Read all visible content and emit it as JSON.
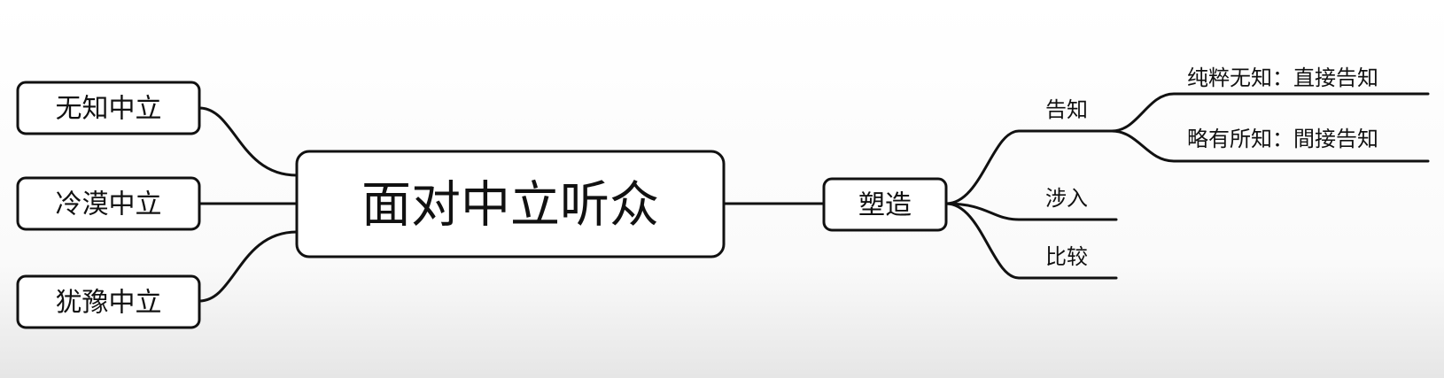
{
  "colors": {
    "background_top": "#ffffff",
    "background_bottom": "#ececec",
    "stroke": "#111111",
    "text": "#111111",
    "node_fill": "#ffffff"
  },
  "mindmap": {
    "central_topic": "面对中立听众",
    "left_nodes": [
      {
        "label": "无知中立"
      },
      {
        "label": "冷漠中立"
      },
      {
        "label": "犹豫中立"
      }
    ],
    "right_main": "塑造",
    "right_branches": [
      {
        "label": "告知",
        "children": [
          {
            "label": "纯粹无知：直接告知"
          },
          {
            "label": "略有所知：間接告知"
          }
        ]
      },
      {
        "label": "涉入",
        "children": []
      },
      {
        "label": "比较",
        "children": []
      }
    ]
  }
}
